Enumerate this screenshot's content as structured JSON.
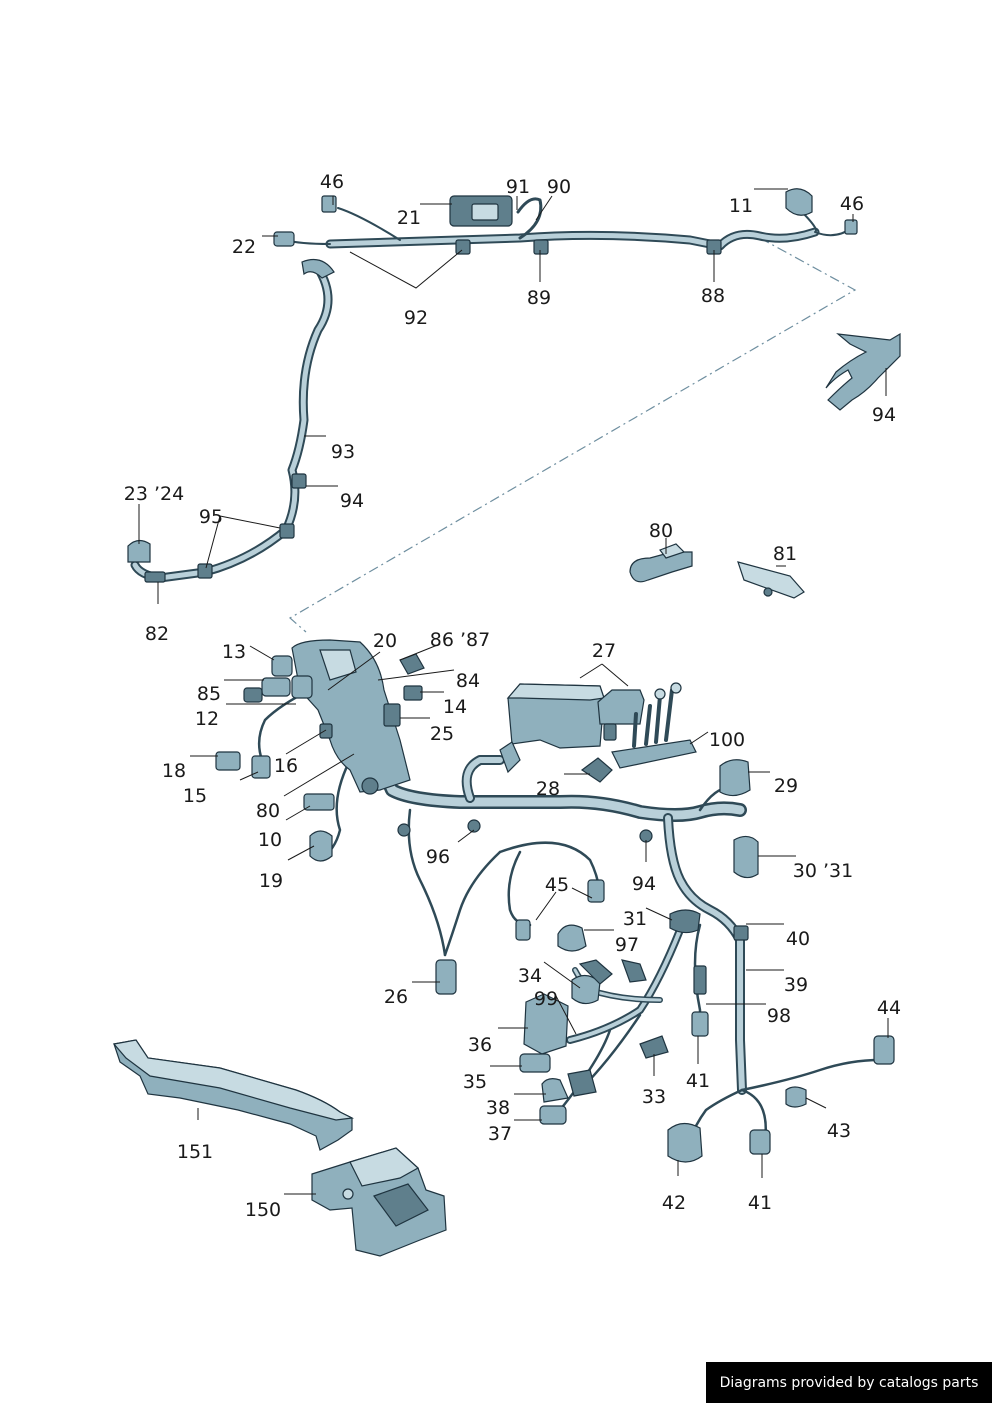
{
  "labels": [
    {
      "text": "46"
    },
    {
      "text": "91"
    },
    {
      "text": "90"
    },
    {
      "text": "21"
    },
    {
      "text": "11"
    },
    {
      "text": "46"
    },
    {
      "text": "22"
    },
    {
      "text": "92"
    },
    {
      "text": "89"
    },
    {
      "text": "88"
    },
    {
      "text": "94"
    },
    {
      "text": "93"
    },
    {
      "text": "94"
    },
    {
      "text": "23 ’24"
    },
    {
      "text": "95"
    },
    {
      "text": "82"
    },
    {
      "text": "80"
    },
    {
      "text": "81"
    },
    {
      "text": "13"
    },
    {
      "text": "20"
    },
    {
      "text": "86 ’87"
    },
    {
      "text": "85"
    },
    {
      "text": "84"
    },
    {
      "text": "12"
    },
    {
      "text": "14"
    },
    {
      "text": "25"
    },
    {
      "text": "27"
    },
    {
      "text": "100"
    },
    {
      "text": "18"
    },
    {
      "text": "16"
    },
    {
      "text": "15"
    },
    {
      "text": "28"
    },
    {
      "text": "29"
    },
    {
      "text": "80"
    },
    {
      "text": "10"
    },
    {
      "text": "96"
    },
    {
      "text": "19"
    },
    {
      "text": "94"
    },
    {
      "text": "30 ’31"
    },
    {
      "text": "45"
    },
    {
      "text": "31"
    },
    {
      "text": "97"
    },
    {
      "text": "40"
    },
    {
      "text": "34"
    },
    {
      "text": "39"
    },
    {
      "text": "26"
    },
    {
      "text": "99"
    },
    {
      "text": "98"
    },
    {
      "text": "44"
    },
    {
      "text": "36"
    },
    {
      "text": "35"
    },
    {
      "text": "41"
    },
    {
      "text": "33"
    },
    {
      "text": "38"
    },
    {
      "text": "43"
    },
    {
      "text": "37"
    },
    {
      "text": "151"
    },
    {
      "text": "42"
    },
    {
      "text": "41"
    },
    {
      "text": "150"
    }
  ],
  "footer": {
    "text": "Diagrams provided by catalogs parts"
  }
}
